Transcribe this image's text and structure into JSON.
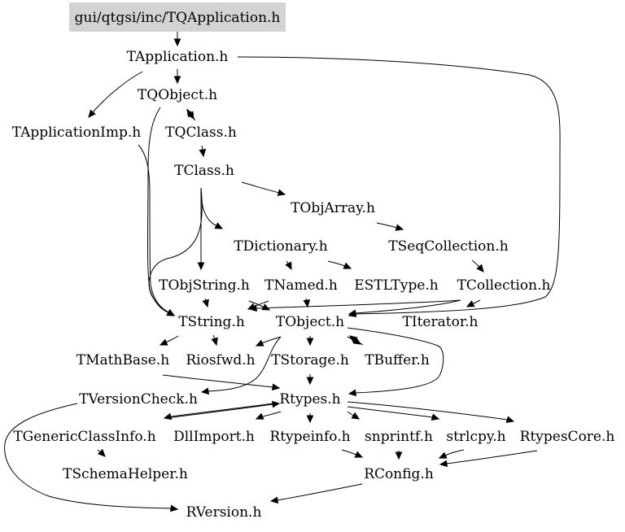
{
  "graph": {
    "root": "gui/qtgsi/inc/TQApplication.h",
    "root_fill": "#d3d3d3",
    "edge_color": "#000000",
    "text_color": "#000000",
    "nodes": [
      {
        "id": "root",
        "label": "gui/qtgsi/inc/TQApplication.h"
      },
      {
        "id": "tapplication",
        "label": "TApplication.h"
      },
      {
        "id": "tqobject",
        "label": "TQObject.h"
      },
      {
        "id": "tapplicationimp",
        "label": "TApplicationImp.h"
      },
      {
        "id": "tqclass",
        "label": "TQClass.h"
      },
      {
        "id": "tclass",
        "label": "TClass.h"
      },
      {
        "id": "tobjarray",
        "label": "TObjArray.h"
      },
      {
        "id": "tdictionary",
        "label": "TDictionary.h"
      },
      {
        "id": "tseqcollection",
        "label": "TSeqCollection.h"
      },
      {
        "id": "tobjstring",
        "label": "TObjString.h"
      },
      {
        "id": "tnamed",
        "label": "TNamed.h"
      },
      {
        "id": "estltype",
        "label": "ESTLType.h"
      },
      {
        "id": "tcollection",
        "label": "TCollection.h"
      },
      {
        "id": "tstring",
        "label": "TString.h"
      },
      {
        "id": "tobject",
        "label": "TObject.h"
      },
      {
        "id": "titerator",
        "label": "TIterator.h"
      },
      {
        "id": "tmathbase",
        "label": "TMathBase.h"
      },
      {
        "id": "riosfwd",
        "label": "Riosfwd.h"
      },
      {
        "id": "tstorage",
        "label": "TStorage.h"
      },
      {
        "id": "tbuffer",
        "label": "TBuffer.h"
      },
      {
        "id": "tversioncheck",
        "label": "TVersionCheck.h"
      },
      {
        "id": "rtypes",
        "label": "Rtypes.h"
      },
      {
        "id": "tgenericclassinfo",
        "label": "TGenericClassInfo.h"
      },
      {
        "id": "dllimport",
        "label": "DllImport.h"
      },
      {
        "id": "rtypeinfo",
        "label": "Rtypeinfo.h"
      },
      {
        "id": "snprintf",
        "label": "snprintf.h"
      },
      {
        "id": "strlcpy",
        "label": "strlcpy.h"
      },
      {
        "id": "rtypescore",
        "label": "RtypesCore.h"
      },
      {
        "id": "tschemahelper",
        "label": "TSchemaHelper.h"
      },
      {
        "id": "rconfig",
        "label": "RConfig.h"
      },
      {
        "id": "rversion",
        "label": "RVersion.h"
      }
    ],
    "edges": [
      [
        "root",
        "tapplication"
      ],
      [
        "tapplication",
        "tqobject"
      ],
      [
        "tapplication",
        "tapplicationimp"
      ],
      [
        "tapplication",
        "tobject"
      ],
      [
        "tqobject",
        "tqclass"
      ],
      [
        "tqobject",
        "tstring"
      ],
      [
        "tqclass",
        "tqobject"
      ],
      [
        "tqclass",
        "tclass"
      ],
      [
        "tapplicationimp",
        "tstring"
      ],
      [
        "tclass",
        "tobjarray"
      ],
      [
        "tclass",
        "tdictionary"
      ],
      [
        "tclass",
        "tobjstring"
      ],
      [
        "tclass",
        "tstring"
      ],
      [
        "tobjarray",
        "tseqcollection"
      ],
      [
        "tseqcollection",
        "tcollection"
      ],
      [
        "tdictionary",
        "tnamed"
      ],
      [
        "tdictionary",
        "estltype"
      ],
      [
        "tobjstring",
        "tstring"
      ],
      [
        "tobjstring",
        "tobject"
      ],
      [
        "tnamed",
        "tobject"
      ],
      [
        "tnamed",
        "tstring"
      ],
      [
        "tcollection",
        "tobject"
      ],
      [
        "tcollection",
        "titerator"
      ],
      [
        "tcollection",
        "tstring"
      ],
      [
        "tstring",
        "tmathbase"
      ],
      [
        "tstring",
        "riosfwd"
      ],
      [
        "tobject",
        "riosfwd"
      ],
      [
        "tobject",
        "tstorage"
      ],
      [
        "tobject",
        "tbuffer"
      ],
      [
        "tobject",
        "tversioncheck"
      ],
      [
        "tobject",
        "rtypes"
      ],
      [
        "tbuffer",
        "tobject"
      ],
      [
        "tstorage",
        "rtypes"
      ],
      [
        "tmathbase",
        "rtypes"
      ],
      [
        "tversioncheck",
        "rversion"
      ],
      [
        "rtypes",
        "tgenericclassinfo"
      ],
      [
        "rtypes",
        "dllimport"
      ],
      [
        "rtypes",
        "rtypeinfo"
      ],
      [
        "rtypes",
        "snprintf"
      ],
      [
        "rtypes",
        "strlcpy"
      ],
      [
        "rtypes",
        "rtypescore"
      ],
      [
        "tgenericclassinfo",
        "tschemahelper"
      ],
      [
        "tgenericclassinfo",
        "rtypes"
      ],
      [
        "rtypeinfo",
        "rconfig"
      ],
      [
        "snprintf",
        "rconfig"
      ],
      [
        "strlcpy",
        "rconfig"
      ],
      [
        "rtypescore",
        "rconfig"
      ],
      [
        "rconfig",
        "rversion"
      ]
    ]
  }
}
